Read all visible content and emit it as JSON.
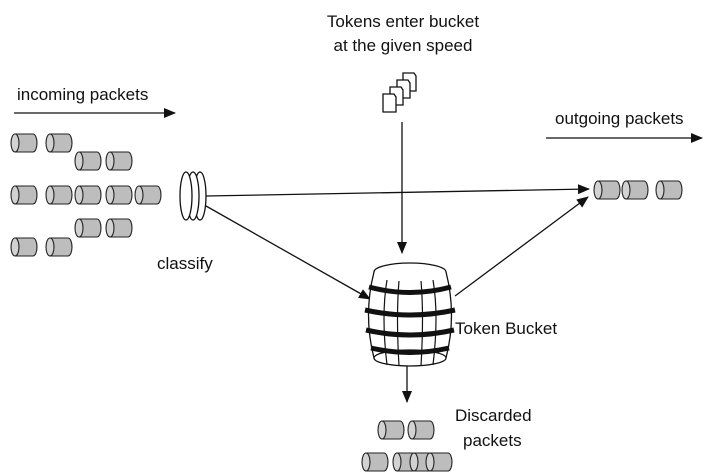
{
  "labels": {
    "tokens_enter": [
      "Tokens enter bucket",
      "at the given speed"
    ],
    "incoming": "incoming packets",
    "outgoing": "outgoing packets",
    "classify": "classify",
    "token_bucket": "Token Bucket",
    "discarded": [
      "Discarded",
      "packets"
    ]
  },
  "colors": {
    "packet_fill": "#d2d2d2",
    "line": "#111111"
  },
  "icons": {
    "tokens": "token-cards-icon",
    "bucket": "barrel-icon",
    "classifier": "classifier-rings-icon",
    "packet": "packet-cylinder-icon"
  }
}
